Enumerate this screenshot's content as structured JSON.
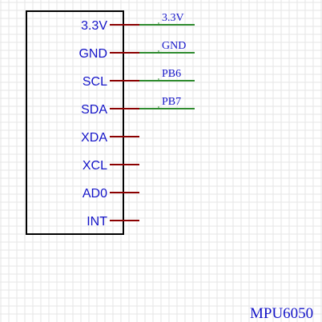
{
  "component": {
    "name": "MPU6050",
    "pins": [
      {
        "label": "3.3V",
        "net": "3.3V"
      },
      {
        "label": "GND",
        "net": "GND"
      },
      {
        "label": "SCL",
        "net": "PB6"
      },
      {
        "label": "SDA",
        "net": "PB7"
      },
      {
        "label": "XDA",
        "net": ""
      },
      {
        "label": "XCL",
        "net": ""
      },
      {
        "label": "AD0",
        "net": ""
      },
      {
        "label": "INT",
        "net": ""
      }
    ]
  },
  "colors": {
    "grid": "#e6e6e6",
    "body_outline": "#000000",
    "pin_text": "#1414c8",
    "pin_line": "#8b0000",
    "wire": "#2e8b2e",
    "net_text": "#1414c8"
  }
}
